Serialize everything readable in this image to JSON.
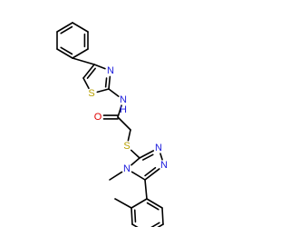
{
  "colors": {
    "background": "#ffffff",
    "bond": "#000000",
    "carbon": "#000000",
    "nitrogen": "#1a1adc",
    "oxygen": "#e00000",
    "sulfur": "#b8a000"
  },
  "molecule": {
    "atoms": [
      {
        "id": "thiazole-n",
        "element": "N",
        "label": "N"
      },
      {
        "id": "thiazole-s",
        "element": "S",
        "label": "S"
      },
      {
        "id": "amide-nh",
        "element": "N",
        "label": "N",
        "suffix": "H"
      },
      {
        "id": "carbonyl-o",
        "element": "O",
        "label": "O"
      },
      {
        "id": "thioether-s",
        "element": "S",
        "label": "S"
      },
      {
        "id": "triazole-n1",
        "element": "N",
        "label": "N"
      },
      {
        "id": "triazole-n2",
        "element": "N",
        "label": "N"
      },
      {
        "id": "triazole-n4",
        "element": "N",
        "label": "N"
      }
    ]
  }
}
